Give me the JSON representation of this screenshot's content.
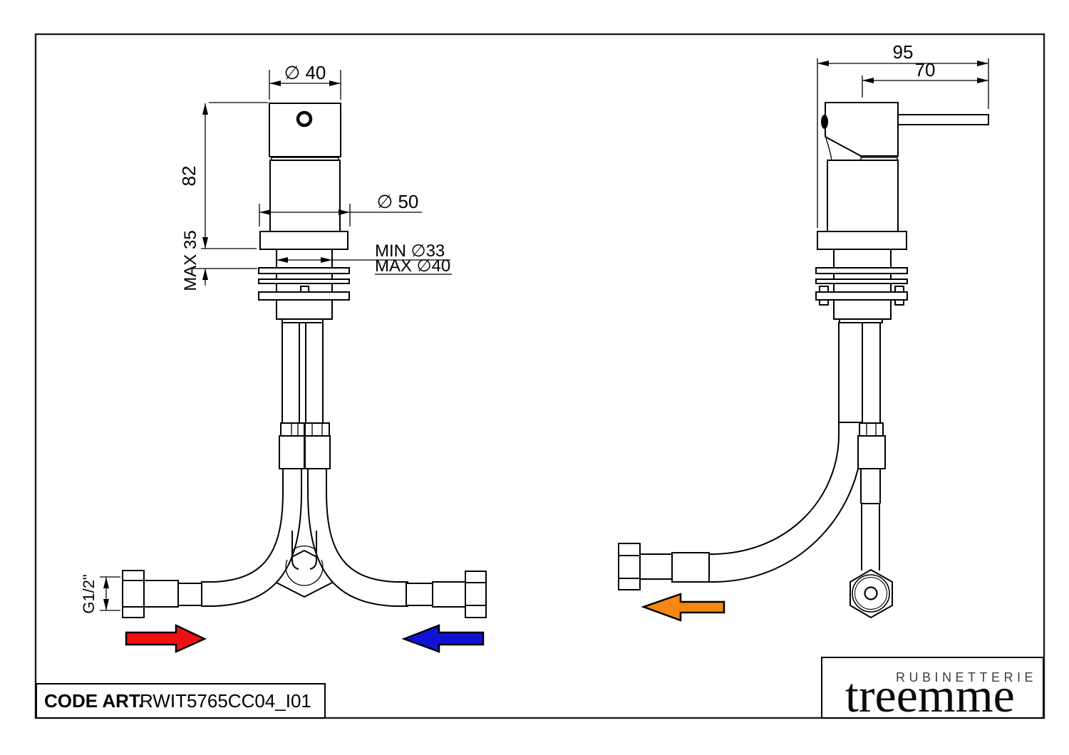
{
  "title_block": {
    "code_label": "CODE ART.",
    "code_value": "RWIT5765CC04_I01"
  },
  "logo": {
    "subtitle": "RUBINETTERIE",
    "name": "treemme"
  },
  "front_view": {
    "top_diameter": "∅ 40",
    "height": "82",
    "base_diameter": "∅ 50",
    "hole_min": "MIN ∅33",
    "hole_max": "MAX ∅40",
    "deck_max": "MAX 35",
    "thread": "G1/2\"",
    "hot_arrow_color": "#ee1111",
    "cold_arrow_color": "#1212d6"
  },
  "side_view": {
    "depth_total": "95",
    "handle_length": "70",
    "outlet_arrow_color": "#f68712"
  }
}
